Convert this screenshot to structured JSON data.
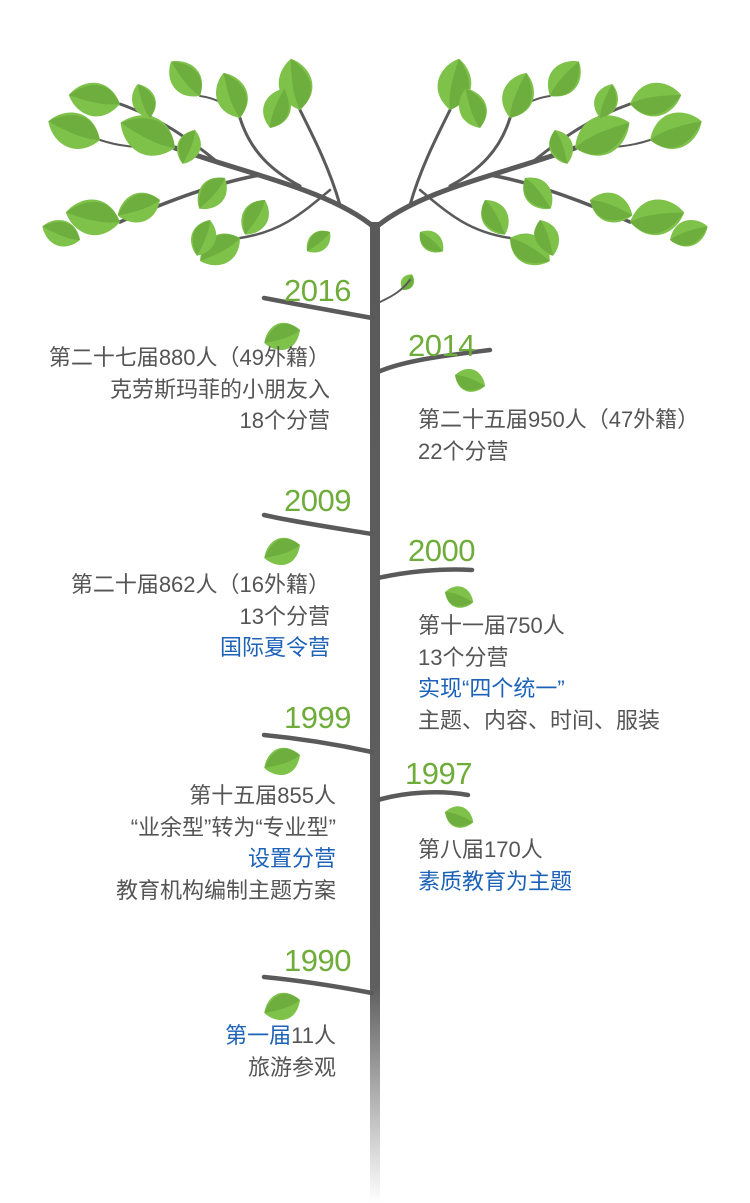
{
  "colors": {
    "trunk": "#5a5a5a",
    "leaf": "#7ec24a",
    "leaf_dark": "#5f9f35",
    "year": "#6fad3a",
    "text": "#555555",
    "highlight": "#1c62b8"
  },
  "entries": [
    {
      "year": "2016",
      "lines": [
        {
          "parts": [
            {
              "t": "第二十七届880人（49外籍）"
            }
          ]
        },
        {
          "parts": [
            {
              "t": "克劳斯玛菲的小朋友入"
            }
          ]
        },
        {
          "parts": [
            {
              "t": "18个分营"
            }
          ]
        }
      ]
    },
    {
      "year": "2014",
      "lines": [
        {
          "parts": [
            {
              "t": "第二十五届950人（47外籍）"
            }
          ]
        },
        {
          "parts": [
            {
              "t": "22个分营"
            }
          ]
        }
      ]
    },
    {
      "year": "2009",
      "lines": [
        {
          "parts": [
            {
              "t": "第二十届862人（16外籍）"
            }
          ]
        },
        {
          "parts": [
            {
              "t": "13个分营"
            }
          ]
        },
        {
          "parts": [
            {
              "t": "国际夏令营",
              "hl": true
            }
          ]
        }
      ]
    },
    {
      "year": "2000",
      "lines": [
        {
          "parts": [
            {
              "t": "第十一届750人"
            }
          ]
        },
        {
          "parts": [
            {
              "t": "13个分营"
            }
          ]
        },
        {
          "parts": [
            {
              "t": "实现“四个统一”",
              "hl": true
            }
          ]
        },
        {
          "parts": [
            {
              "t": "主题、内容、时间、服装"
            }
          ]
        }
      ]
    },
    {
      "year": "1999",
      "lines": [
        {
          "parts": [
            {
              "t": "第十五届855人"
            }
          ]
        },
        {
          "parts": [
            {
              "t": "“业余型”转为“专业型”"
            }
          ]
        },
        {
          "parts": [
            {
              "t": "设置分营",
              "hl": true
            }
          ]
        },
        {
          "parts": [
            {
              "t": "教育机构编制主题方案"
            }
          ]
        }
      ]
    },
    {
      "year": "1997",
      "lines": [
        {
          "parts": [
            {
              "t": "第八届170人"
            }
          ]
        },
        {
          "parts": [
            {
              "t": "素质教育为主题",
              "hl": true
            }
          ]
        }
      ]
    },
    {
      "year": "1990",
      "lines": [
        {
          "parts": [
            {
              "t": "第一届",
              "hl": true
            },
            {
              "t": "11人"
            }
          ]
        },
        {
          "parts": [
            {
              "t": "旅游参观"
            }
          ]
        }
      ]
    }
  ]
}
